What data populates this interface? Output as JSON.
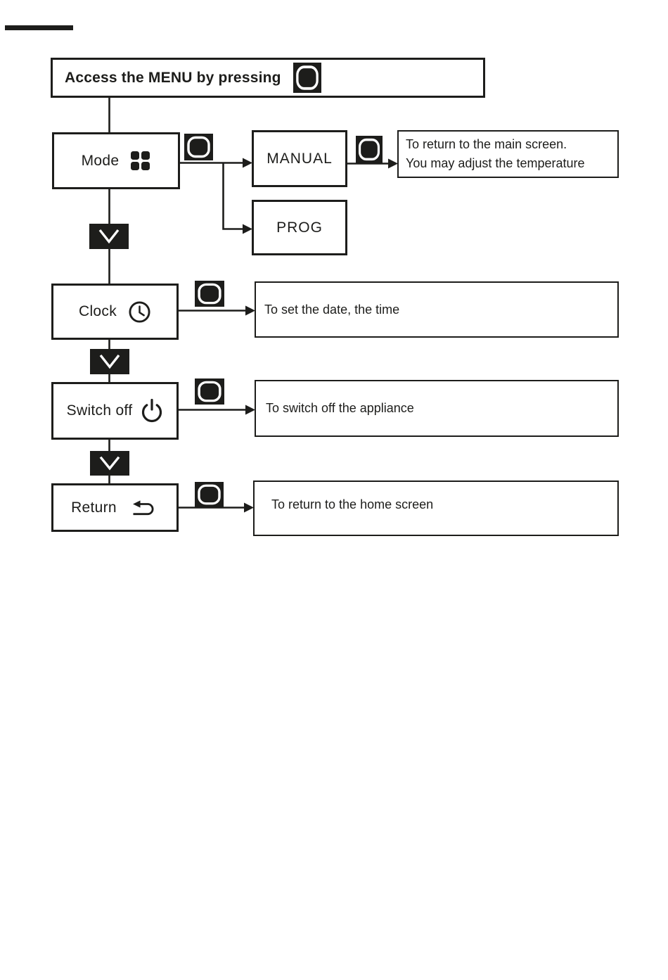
{
  "header": {
    "label": "Access the MENU by pressing",
    "button_icon": "ok-button-icon"
  },
  "nodes": {
    "mode": {
      "label": "Mode",
      "icon": "mode-grid-icon"
    },
    "clock": {
      "label": "Clock",
      "icon": "clock-icon"
    },
    "switch_off": {
      "label": "Switch off",
      "icon": "power-icon"
    },
    "return": {
      "label": "Return",
      "icon": "return-arrow-icon"
    }
  },
  "sub_options": {
    "manual": {
      "label": "MANUAL"
    },
    "prog": {
      "label": "PROG"
    }
  },
  "notes": {
    "manual_line1": "To return to the main screen.",
    "manual_line2": "You may adjust the temperature",
    "clock": "To set the date, the time",
    "switch_off": "To switch off the appliance",
    "return": "To return to the home screen"
  },
  "icons": {
    "ok_button": "ok-button-icon",
    "next_step": "chevron-down-icon"
  },
  "colors": {
    "ink": "#1d1d1b",
    "background": "#ffffff"
  }
}
